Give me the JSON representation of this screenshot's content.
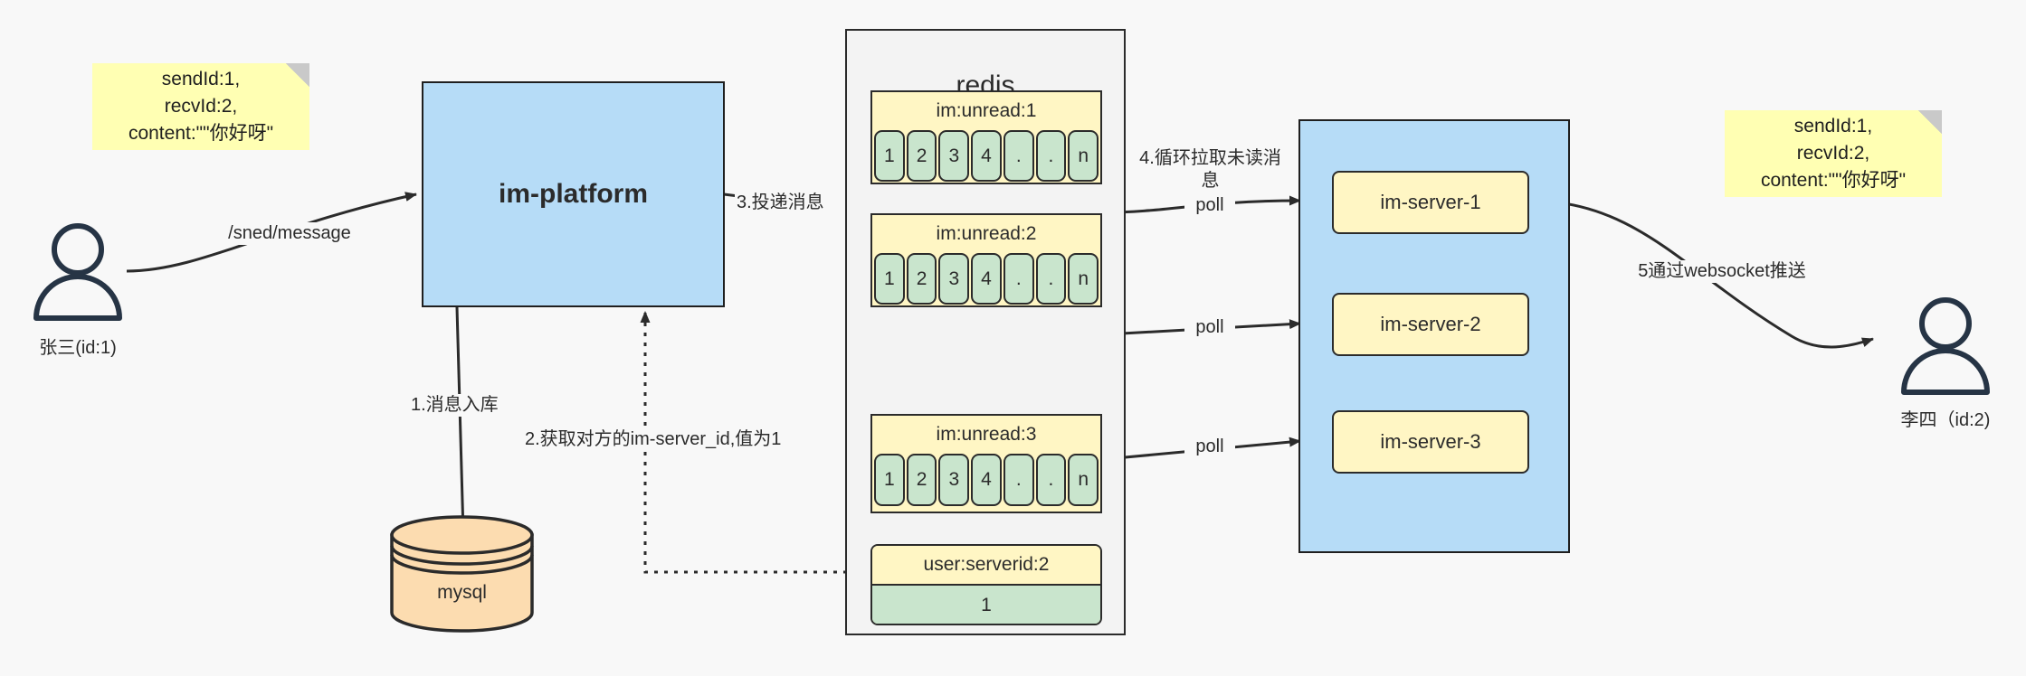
{
  "diagram": {
    "title": "IM message delivery architecture",
    "colors": {
      "background": "#f8f8f8",
      "note": "#ffffb3",
      "blue": "#b6dcf7",
      "yellow": "#fff6c4",
      "green": "#c9e5cd",
      "orange": "#fcdcb0",
      "stroke": "#2b2b2b"
    }
  },
  "notes": {
    "left": {
      "line1": "sendId:1,",
      "line2": "recvId:2,",
      "line3": "content:\"\"你好呀\""
    },
    "right": {
      "line1": "sendId:1,",
      "line2": "recvId:2,",
      "line3": "content:\"\"你好呀\""
    }
  },
  "actors": {
    "sender": {
      "label": "张三(id:1)"
    },
    "receiver": {
      "label": "李四（id:2)"
    }
  },
  "platform": {
    "label": "im-platform"
  },
  "database": {
    "label": "mysql"
  },
  "redis": {
    "title": "redis",
    "unread_groups": [
      {
        "key": "im:unread:1",
        "cells": [
          "1",
          "2",
          "3",
          "4",
          ".",
          ".",
          "n"
        ]
      },
      {
        "key": "im:unread:2",
        "cells": [
          "1",
          "2",
          "3",
          "4",
          ".",
          ".",
          "n"
        ]
      },
      {
        "key": "im:unread:3",
        "cells": [
          "1",
          "2",
          "3",
          "4",
          ".",
          ".",
          "n"
        ]
      }
    ],
    "user_serverid": {
      "key": "user:serverid:2",
      "value": "1"
    }
  },
  "servers": {
    "nodes": [
      {
        "label": "im-server-1"
      },
      {
        "label": "im-server-2"
      },
      {
        "label": "im-server-3"
      }
    ]
  },
  "edges": {
    "send_message": "/sned/message",
    "step1": "1.消息入库",
    "step2": "2.获取对方的im-server_id,值为1",
    "step3": "3.投递消息",
    "step4": "4.循环拉取未读消\n息",
    "step5": "5通过websocket推送",
    "poll1": "poll",
    "poll2": "poll",
    "poll3": "poll"
  }
}
